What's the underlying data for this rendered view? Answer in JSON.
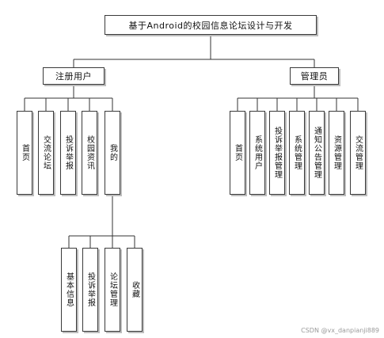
{
  "diagram": {
    "root": "基于Android的校园信息论坛设计与开发",
    "registered_user": {
      "label": "注册用户",
      "children": [
        "首页",
        "交流论坛",
        "投诉举报",
        "校园资讯",
        "我的"
      ]
    },
    "my_submenu": [
      "基本信息",
      "投诉举报",
      "论坛管理",
      "收藏"
    ],
    "admin": {
      "label": "管理员",
      "children": [
        "首页",
        "系统用户",
        "投诉举报管理",
        "系统管理",
        "通知公告管理",
        "资源管理",
        "交流管理"
      ]
    }
  },
  "watermark": "CSDN @vx_danpianji889"
}
